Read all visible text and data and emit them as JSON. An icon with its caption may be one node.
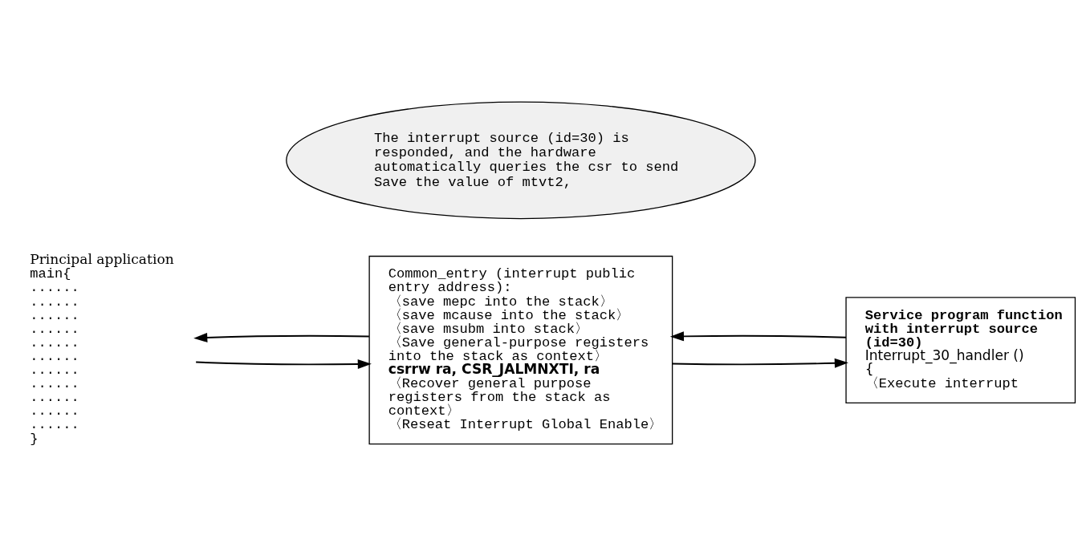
{
  "diagram": {
    "nodes": [
      {
        "text": [
          "Principal application",
          "main{",
          "......",
          "......",
          "......",
          "......",
          "......",
          "......",
          "......",
          "......",
          "......",
          "......",
          "......",
          "}"
        ]
      },
      {
        "text": [
          "The interrupt source (id=30) is responded, and the hardware automatically queries the csr to send",
          "Save the value of mtvt2,"
        ]
      },
      {
        "text": [
          "Common_entry (interrupt public entry address):",
          "〈save mepc into the stack〉",
          "〈save mcause into the stack〉",
          "〈save msubm into stack〉",
          "〈Save general-purpose registers into the stack as context〉",
          "csrrw ra, CSR_JALMNXTI, ra",
          "〈Recover general purpose registers from the stack as context〉",
          "〈Reseat Interrupt Global Enable〉"
        ]
      },
      {
        "text": [
          "Service program function with interrupt source (id=30)",
          "Interrupt_30_handler () {",
          "〈Execute interrupt"
        ]
      }
    ],
    "edges": [
      {
        "from": 0,
        "to": 2,
        "arrow": "to"
      },
      {
        "from": 2,
        "to": 0,
        "arrow": "to"
      },
      {
        "from": 2,
        "to": 3,
        "arrow": "to"
      },
      {
        "from": 3,
        "to": 2,
        "arrow": "to"
      }
    ]
  }
}
